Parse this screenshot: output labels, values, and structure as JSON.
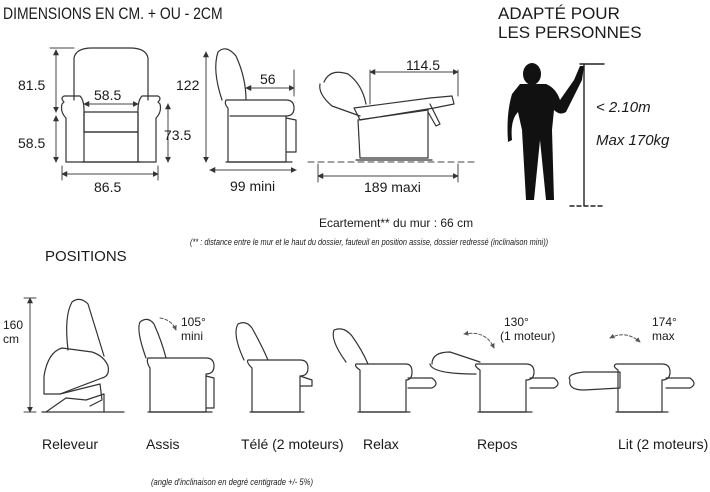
{
  "header": {
    "dimensions_title": "DIMENSIONS EN CM. + OU - 2CM",
    "adapted_title_line1": "ADAPTÉ POUR",
    "adapted_title_line2": "LES PERSONNES"
  },
  "front_view": {
    "height_total": "81.5",
    "seat_height": "58.5",
    "seat_width": "58.5",
    "armrest_height": "73.5",
    "width": "86.5"
  },
  "side_view": {
    "height": "122",
    "depth_seat": "56",
    "depth": "99 mini"
  },
  "reclined_view": {
    "length_top": "114.5",
    "length_total": "189 maxi"
  },
  "person": {
    "height_limit": "< 2.10m",
    "weight_limit": "Max 170kg"
  },
  "wall_distance": {
    "label": "Ecartement** du mur : 66 cm",
    "note": "(** : distance entre le mur et le haut du dossier, fauteuil en position assise, dossier redressé (inclinaison mini))"
  },
  "positions": {
    "title": "POSITIONS",
    "height_value": "160",
    "height_unit": "cm",
    "items": [
      {
        "label": "Releveur"
      },
      {
        "label": "Assis",
        "angle": "105°",
        "angle_note": "mini"
      },
      {
        "label": "Télé (2 moteurs)"
      },
      {
        "label": "Relax"
      },
      {
        "label": "Repos",
        "angle": "130°",
        "angle_note": "(1 moteur)"
      },
      {
        "label": "Lit (2 moteurs)",
        "angle": "174°",
        "angle_note": "max"
      }
    ],
    "footnote": "(angle d'inclinaison en degré centigrade +/- 5%)"
  }
}
